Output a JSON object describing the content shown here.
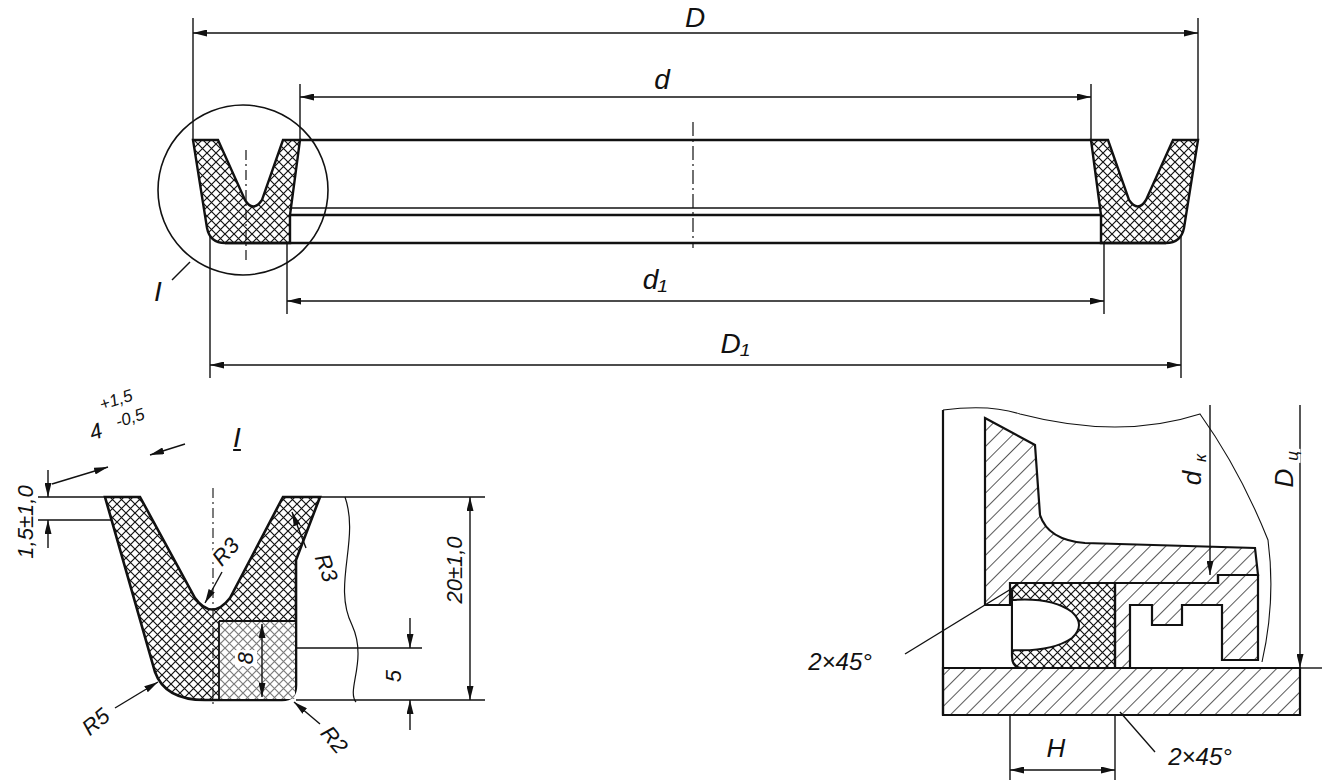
{
  "diagram": {
    "labels": [
      "D",
      "d",
      "d₁",
      "D₁",
      "I",
      "I",
      "4",
      "+1,5",
      "-0,5",
      "1,5±1,0",
      "20±1,0",
      "R3",
      "R3",
      "8",
      "5",
      "R5",
      "R2",
      "d",
      "к",
      "D",
      "ц",
      "2×45°",
      "H",
      "2×45°"
    ]
  }
}
